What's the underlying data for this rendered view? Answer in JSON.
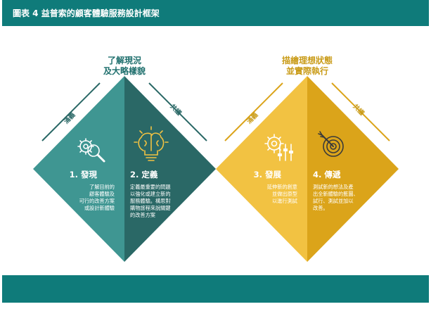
{
  "header": {
    "title": "圖表 4 益普索的顧客體驗服務設計框架"
  },
  "left_group": {
    "title_line1": "了解現況",
    "title_line2": "及大略樣貌",
    "diverge_label": "涌義",
    "converge_label": "共議"
  },
  "right_group": {
    "title_line1": "描繪理想狀態",
    "title_line2": "並實際執行",
    "diverge_label": "涌義",
    "converge_label": "共議"
  },
  "steps": [
    {
      "title": "1. 發現",
      "desc": [
        "了解目前的",
        "顧客體驗及",
        "可行的改善方案",
        "或設計新體驗"
      ],
      "icon": "gear-magnifier-icon"
    },
    {
      "title": "2. 定義",
      "desc": [
        "定義最重要的問題",
        "以強化或建立新的",
        "服務體驗。構思對",
        "購物旅程來說關鍵",
        "的改善方案"
      ],
      "icon": "brain-lightbulb-icon"
    },
    {
      "title": "3. 發展",
      "desc": [
        "延伸新的創意",
        "並做出原型",
        "以進行測試"
      ],
      "icon": "gear-sliders-icon"
    },
    {
      "title": "4. 傳遞",
      "desc": [
        "測試新的想法及產",
        "出全新體驗的藍圖、",
        "試行、測試並加以",
        "改善。"
      ],
      "icon": "target-arrow-icon"
    }
  ],
  "colors": {
    "header": "#0f7b7a",
    "teal_light": "#3f9692",
    "teal_dark": "#2a6866",
    "yellow_light": "#f2c242",
    "yellow_dark": "#dba41a",
    "title_left": "#1e6f6d",
    "title_right": "#c99b17"
  }
}
